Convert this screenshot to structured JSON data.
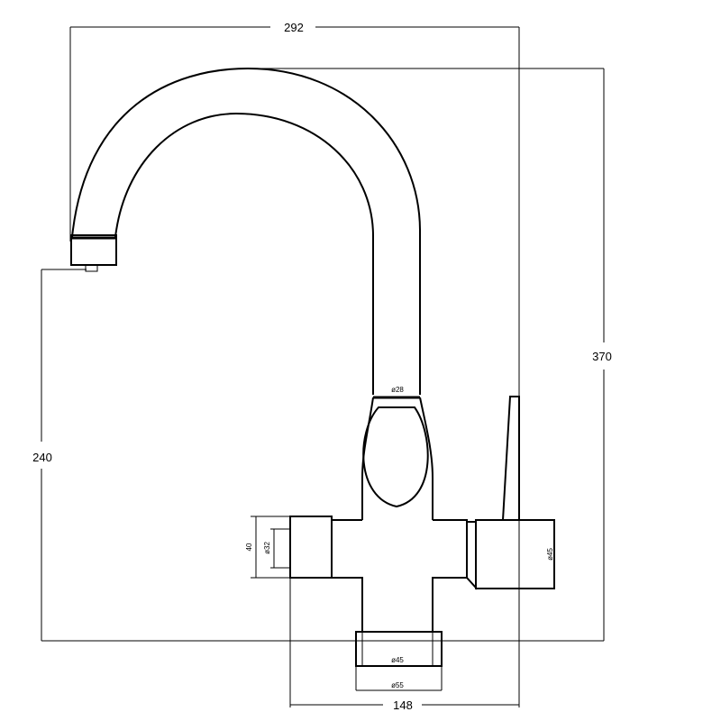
{
  "drawing": {
    "dimensions": {
      "overall_width": "292",
      "overall_height": "370",
      "spout_height": "240",
      "base_width": "148"
    },
    "diameters": {
      "spout_pipe": "ø28",
      "handle": "ø32",
      "handle_height": "40",
      "lever_body": "ø45",
      "base_inner": "ø45",
      "base_outer": "ø55"
    }
  }
}
